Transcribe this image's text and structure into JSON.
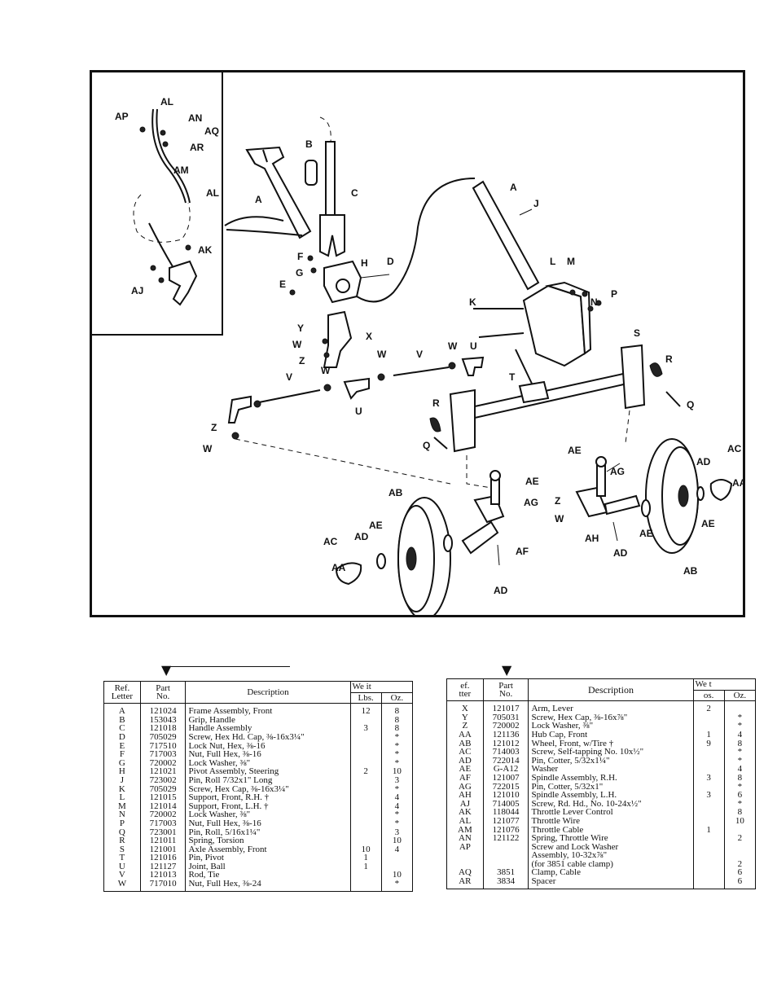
{
  "diagram": {
    "labels": [
      "AL",
      "AP",
      "AN",
      "AQ",
      "AR",
      "AM",
      "AL",
      "AK",
      "AJ",
      "A",
      "B",
      "C",
      "F",
      "G",
      "E",
      "H",
      "D",
      "A",
      "J",
      "L",
      "M",
      "N",
      "P",
      "K",
      "Y",
      "W",
      "Z",
      "X",
      "S",
      "R",
      "Q",
      "W",
      "V",
      "W",
      "U",
      "T",
      "U",
      "W",
      "V",
      "Z",
      "W",
      "R",
      "Q",
      "AE",
      "AC",
      "AD",
      "AA",
      "AG",
      "AB",
      "AE",
      "AG",
      "Z",
      "W",
      "AH",
      "AE",
      "AE",
      "AD",
      "AE",
      "AC",
      "AD",
      "AA",
      "AF",
      "AD",
      "AB"
    ]
  },
  "table_left": {
    "headers": {
      "ref": "Ref.\nLetter",
      "part": "Part\nNo.",
      "description": "Description",
      "weight": "We     it",
      "lbs": "Lbs.",
      "oz": "Oz."
    },
    "rows": [
      {
        "ref": "A",
        "part": "121024",
        "desc": "Frame Assembly, Front",
        "lbs": "12",
        "oz": "8"
      },
      {
        "ref": "B",
        "part": "153043",
        "desc": "Grip, Handle",
        "lbs": "",
        "oz": "8"
      },
      {
        "ref": "C",
        "part": "121018",
        "desc": "Handle Assembly",
        "lbs": "3",
        "oz": "8"
      },
      {
        "ref": "D",
        "part": "705029",
        "desc": "Screw, Hex Hd. Cap, ⅜-16x3¼\"",
        "lbs": "",
        "oz": "*"
      },
      {
        "ref": "E",
        "part": "717510",
        "desc": "Lock Nut, Hex, ⅜-16",
        "lbs": "",
        "oz": "*"
      },
      {
        "ref": "F",
        "part": "717003",
        "desc": "Nut, Full Hex, ⅜-16",
        "lbs": "",
        "oz": "*"
      },
      {
        "ref": "G",
        "part": "720002",
        "desc": "Lock Washer, ⅜\"",
        "lbs": "",
        "oz": "*"
      },
      {
        "ref": "H",
        "part": "121021",
        "desc": "Pivot Assembly, Steering",
        "lbs": "2",
        "oz": "10"
      },
      {
        "ref": "J",
        "part": "723002",
        "desc": "Pin, Roll 7/32x1\" Long",
        "lbs": "",
        "oz": "3"
      },
      {
        "ref": "K",
        "part": "705029",
        "desc": "Screw, Hex Cap, ⅜-16x3¼\"",
        "lbs": "",
        "oz": "*"
      },
      {
        "ref": "L",
        "part": "121015",
        "desc": "Support, Front, R.H. †",
        "lbs": "",
        "oz": "4"
      },
      {
        "ref": "M",
        "part": "121014",
        "desc": "Support, Front, L.H. †",
        "lbs": "",
        "oz": "4"
      },
      {
        "ref": "N",
        "part": "720002",
        "desc": "Lock Washer, ⅜\"",
        "lbs": "",
        "oz": "*"
      },
      {
        "ref": "P",
        "part": "717003",
        "desc": "Nut, Full Hex, ⅜-16",
        "lbs": "",
        "oz": "*"
      },
      {
        "ref": "Q",
        "part": "723001",
        "desc": "Pin, Roll, 5/16x1¼\"",
        "lbs": "",
        "oz": "3"
      },
      {
        "ref": "R",
        "part": "121011",
        "desc": "Spring, Torsion",
        "lbs": "",
        "oz": "10"
      },
      {
        "ref": "S",
        "part": "121001",
        "desc": "Axle Assembly, Front",
        "lbs": "10",
        "oz": "4"
      },
      {
        "ref": "T",
        "part": "121016",
        "desc": "Pin, Pivot",
        "lbs": "1",
        "oz": ""
      },
      {
        "ref": "U",
        "part": "121127",
        "desc": "Joint, Ball",
        "lbs": "1",
        "oz": ""
      },
      {
        "ref": "V",
        "part": "121013",
        "desc": "Rod, Tie",
        "lbs": "",
        "oz": "10"
      },
      {
        "ref": "W",
        "part": "717010",
        "desc": "Nut, Full Hex, ⅜-24",
        "lbs": "",
        "oz": "*"
      }
    ]
  },
  "table_right": {
    "headers": {
      "ref": "ef.\ntter",
      "part": "Part\nNo.",
      "description": "Description",
      "weight": "We     t",
      "lbs": "os.",
      "oz": "Oz."
    },
    "rows": [
      {
        "ref": "X",
        "part": "121017",
        "desc": "Arm, Lever",
        "lbs": "2",
        "oz": ""
      },
      {
        "ref": "Y",
        "part": "705031",
        "desc": "Screw, Hex Cap, ⅜-16x⅞\"",
        "lbs": "",
        "oz": "*"
      },
      {
        "ref": "Z",
        "part": "720002",
        "desc": "Lock Washer, ⅜\"",
        "lbs": "",
        "oz": "*"
      },
      {
        "ref": "AA",
        "part": "121136",
        "desc": "Hub Cap, Front",
        "lbs": "1",
        "oz": "4"
      },
      {
        "ref": "AB",
        "part": "121012",
        "desc": "Wheel, Front, w/Tire †",
        "lbs": "9",
        "oz": "8"
      },
      {
        "ref": "AC",
        "part": "714003",
        "desc": "Screw, Self-tapping No. 10x½\"",
        "lbs": "",
        "oz": "*"
      },
      {
        "ref": "AD",
        "part": "722014",
        "desc": "Pin, Cotter, 5/32x1¼\"",
        "lbs": "",
        "oz": "*"
      },
      {
        "ref": "AE",
        "part": "G-A12",
        "desc": "Washer",
        "lbs": "",
        "oz": "4"
      },
      {
        "ref": "AF",
        "part": "121007",
        "desc": "Spindle Assembly, R.H.",
        "lbs": "3",
        "oz": "8"
      },
      {
        "ref": "AG",
        "part": "722015",
        "desc": "Pin, Cotter, 5/32x1\"",
        "lbs": "",
        "oz": "*"
      },
      {
        "ref": "AH",
        "part": "121010",
        "desc": "Spindle Assembly, L.H.",
        "lbs": "3",
        "oz": "6"
      },
      {
        "ref": "AJ",
        "part": "714005",
        "desc": "Screw, Rd. Hd., No. 10-24x½\"",
        "lbs": "",
        "oz": "*"
      },
      {
        "ref": "AK",
        "part": "118044",
        "desc": "Throttle Lever Control",
        "lbs": "",
        "oz": "8"
      },
      {
        "ref": "AL",
        "part": "121077",
        "desc": "Throttle Wire",
        "lbs": "",
        "oz": "10"
      },
      {
        "ref": "AM",
        "part": "121076",
        "desc": "Throttle Cable",
        "lbs": "1",
        "oz": ""
      },
      {
        "ref": "AN",
        "part": "121122",
        "desc": "Spring, Throttle Wire",
        "lbs": "",
        "oz": "2"
      },
      {
        "ref": "AP",
        "part": "",
        "desc": "Screw and Lock Washer",
        "lbs": "",
        "oz": ""
      },
      {
        "ref": "",
        "part": "",
        "desc": "Assembly, 10-32x⅞\"",
        "lbs": "",
        "oz": ""
      },
      {
        "ref": "",
        "part": "",
        "desc": "(for 3851 cable clamp)",
        "lbs": "",
        "oz": "2"
      },
      {
        "ref": "AQ",
        "part": "3851",
        "desc": "Clamp, Cable",
        "lbs": "",
        "oz": "6"
      },
      {
        "ref": "AR",
        "part": "3834",
        "desc": "Spacer",
        "lbs": "",
        "oz": "6"
      }
    ]
  }
}
